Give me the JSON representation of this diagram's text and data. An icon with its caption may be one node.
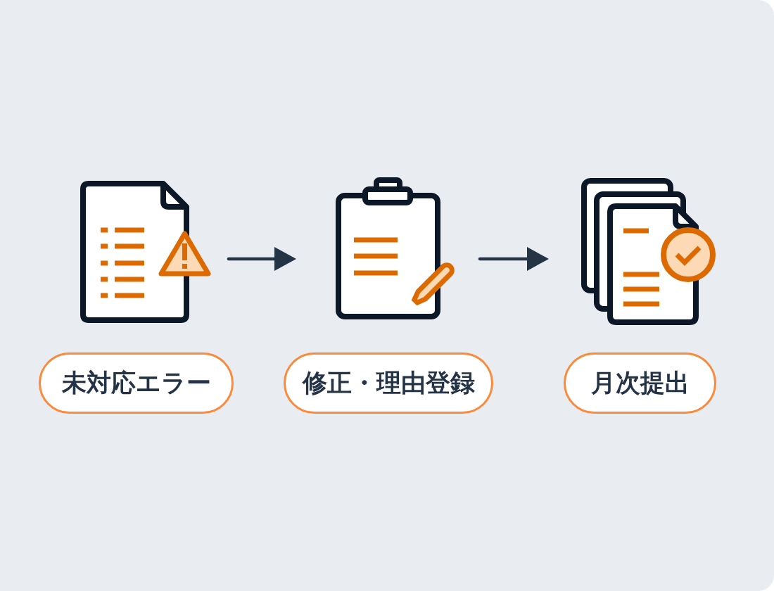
{
  "diagram": {
    "nodes": [
      {
        "text": [],
        "shape": "picture"
      },
      {
        "text": [],
        "shape": "picture"
      },
      {
        "text": [],
        "shape": "picture"
      },
      {
        "text": [
          "未対応エラー"
        ]
      },
      {
        "text": [
          "修正・理由登録"
        ]
      },
      {
        "text": [
          "月次提出"
        ]
      }
    ],
    "edges": [
      {
        "from": 0,
        "to": 1,
        "arrow": "to"
      },
      {
        "from": 1,
        "to": 2,
        "arrow": "to"
      }
    ]
  }
}
